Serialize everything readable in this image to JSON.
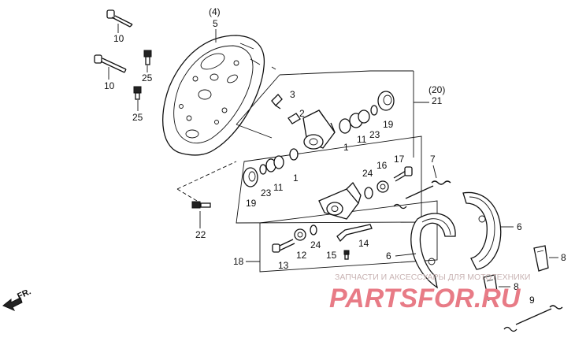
{
  "callouts": {
    "c4": "(4)",
    "c5": "5",
    "c10a": "10",
    "c10b": "10",
    "c25a": "25",
    "c25b": "25",
    "c3": "3",
    "c2": "2",
    "c20": "(20)",
    "c21": "21",
    "c19a": "19",
    "c23a": "23",
    "c11a": "11",
    "c1a": "1",
    "c19b": "19",
    "c23b": "23",
    "c11b": "11",
    "c1b": "1",
    "c24a": "24",
    "c16": "16",
    "c17": "17",
    "c7": "7",
    "c22": "22",
    "c6a": "6",
    "c6b": "6",
    "c18": "18",
    "c13": "13",
    "c12": "12",
    "c24b": "24",
    "c15": "15",
    "c14": "14",
    "c8a": "8",
    "c8b": "8",
    "c9": "9"
  },
  "direction_marker": "FR.",
  "watermark": {
    "caption": "ЗАПЧАСТИ И АКСЕССУАРЫ ДЛЯ МОТОТЕХНИКИ",
    "brand": "PARTSFOR.RU"
  },
  "colors": {
    "ink": "#111111",
    "watermark_red": "#e87b86",
    "watermark_grey": "#c9b4b4"
  }
}
